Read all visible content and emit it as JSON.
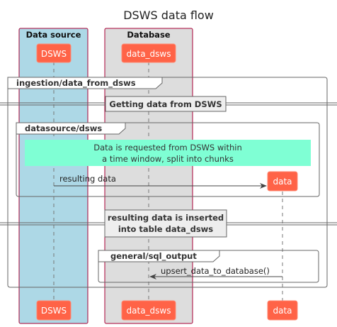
{
  "title": "DSWS data flow",
  "colors": {
    "participant_fill": "#ff6347",
    "data_source_box": "#add8e6",
    "database_box": "#dddddd",
    "note_fill": "#7fffd4",
    "box_border": "#a80036"
  },
  "boxes": {
    "data_source": "Data source",
    "database": "Database"
  },
  "participants": {
    "dsws": "DSWS",
    "data_dsws": "data_dsws",
    "data": "data"
  },
  "groups": {
    "ingestion": "ingestion/data_from_dsws",
    "datasource": "datasource/dsws",
    "sql_output": "general/sql_output"
  },
  "dividers": {
    "getting_data": "Getting data from DSWS",
    "inserted_line1": "resulting data is inserted",
    "inserted_line2": "into table data_dsws"
  },
  "note": {
    "line1": "Data is requested from DSWS within",
    "line2": "a time window, split into chunks"
  },
  "messages": {
    "resulting_data": "resulting data",
    "upsert": "upsert_data_to_database()"
  }
}
